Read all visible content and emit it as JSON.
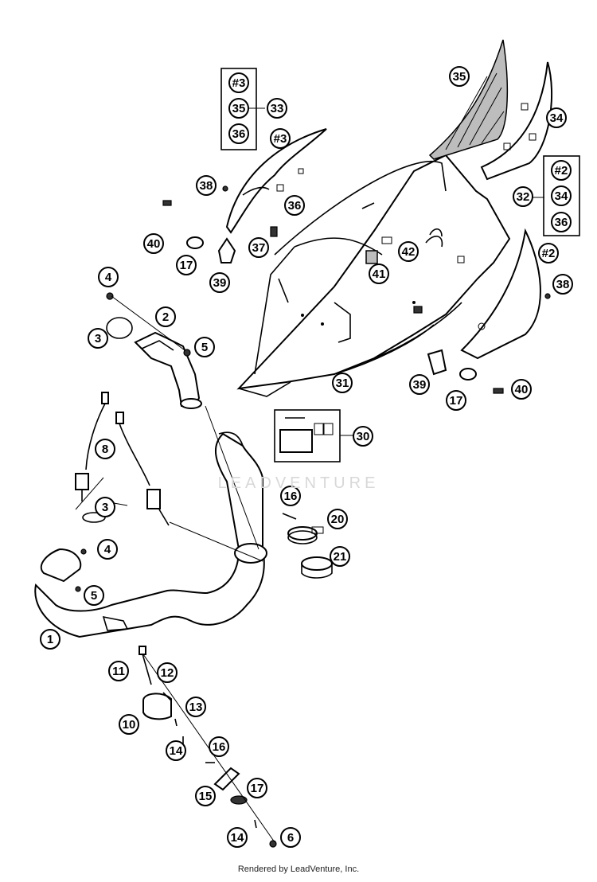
{
  "watermark": "LEADVENTURE",
  "footer": "Rendered by LeadVenture, Inc.",
  "kit_boxes": [
    {
      "items": [
        "#3",
        "35",
        "36"
      ],
      "kit_number": "33"
    },
    {
      "items": [
        "#2",
        "34",
        "36"
      ],
      "kit_number": "32"
    }
  ],
  "part_labels": [
    {
      "text": "#3"
    },
    {
      "text": "35"
    },
    {
      "text": "34"
    },
    {
      "text": "38"
    },
    {
      "text": "36"
    },
    {
      "text": "40"
    },
    {
      "text": "17"
    },
    {
      "text": "37"
    },
    {
      "text": "42"
    },
    {
      "text": "41"
    },
    {
      "text": "#2"
    },
    {
      "text": "38"
    },
    {
      "text": "39"
    },
    {
      "text": "4"
    },
    {
      "text": "2"
    },
    {
      "text": "3"
    },
    {
      "text": "5"
    },
    {
      "text": "31"
    },
    {
      "text": "39"
    },
    {
      "text": "17"
    },
    {
      "text": "40"
    },
    {
      "text": "30"
    },
    {
      "text": "8"
    },
    {
      "text": "16"
    },
    {
      "text": "3"
    },
    {
      "text": "20"
    },
    {
      "text": "4"
    },
    {
      "text": "21"
    },
    {
      "text": "5"
    },
    {
      "text": "1"
    },
    {
      "text": "11"
    },
    {
      "text": "12"
    },
    {
      "text": "13"
    },
    {
      "text": "10"
    },
    {
      "text": "14"
    },
    {
      "text": "16"
    },
    {
      "text": "17"
    },
    {
      "text": "15"
    },
    {
      "text": "14"
    },
    {
      "text": "6"
    }
  ]
}
